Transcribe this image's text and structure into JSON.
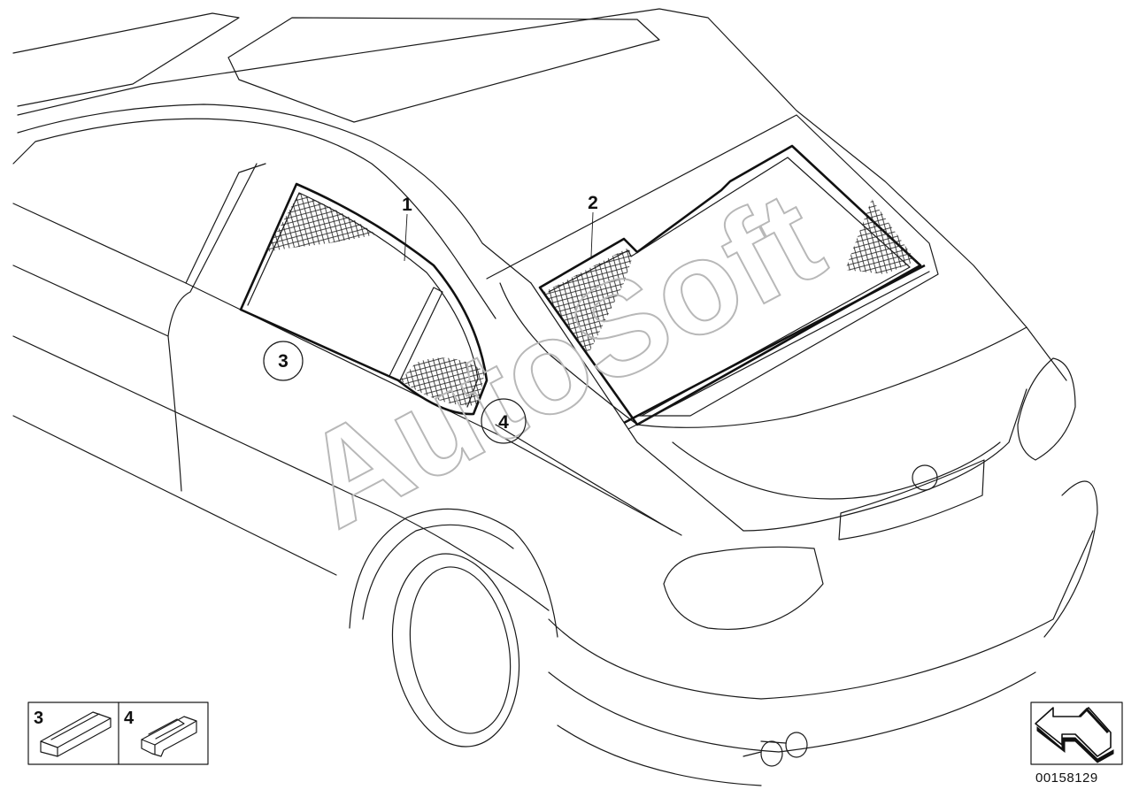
{
  "callouts": {
    "part_1": "1",
    "part_2": "2",
    "part_3": "3",
    "part_4": "4"
  },
  "legend": {
    "item_3": "3",
    "item_4": "4"
  },
  "watermark": "AutoSoft",
  "diagram_code": "00158129",
  "icons": {
    "direction": "arrow-direction-icon",
    "clip_3": "clip-part-3-icon",
    "clip_4": "clip-part-4-icon"
  }
}
